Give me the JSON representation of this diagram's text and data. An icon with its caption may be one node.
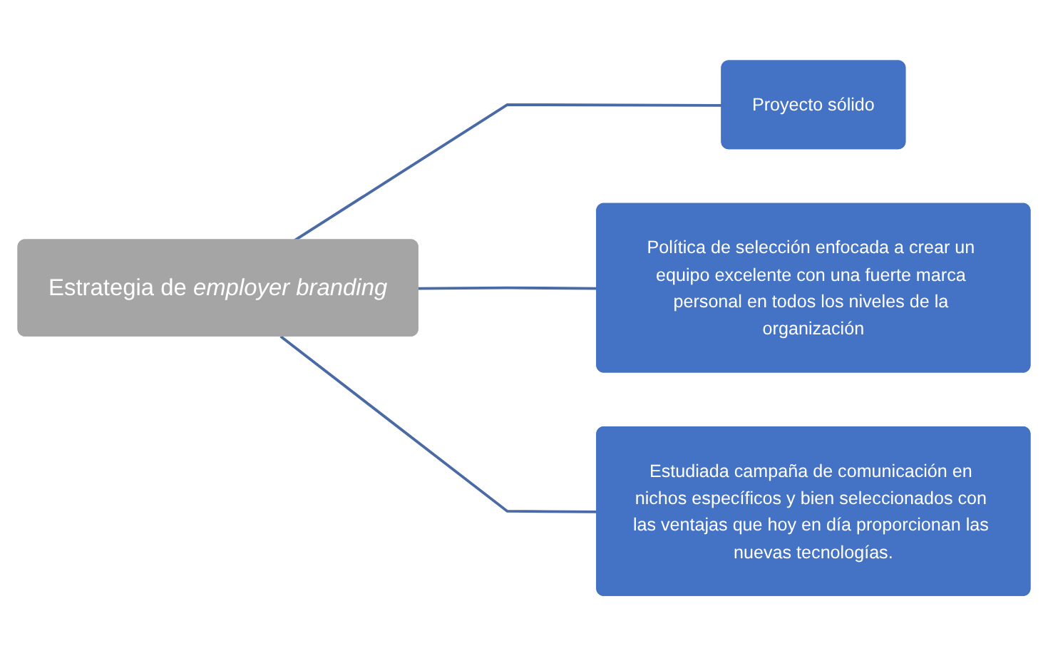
{
  "diagram": {
    "nodes": [
      {
        "text": [
          "Estrategia de *employer branding*"
        ]
      },
      {
        "text": [
          "Proyecto sólido"
        ]
      },
      {
        "text": [
          "Política de selección enfocada a crear un equipo excelente con una fuerte marca personal en todos los niveles de la organización"
        ]
      },
      {
        "text": [
          "Estudiada campaña de comunicación en nichos específicos y bien seleccionados con las ventajas que hoy en día proporcionan las nuevas tecnologías."
        ]
      }
    ],
    "edges": [
      {
        "from": 0,
        "to": 1,
        "arrow": "none"
      },
      {
        "from": 0,
        "to": 2,
        "arrow": "none"
      },
      {
        "from": 0,
        "to": 3,
        "arrow": "none"
      }
    ]
  }
}
